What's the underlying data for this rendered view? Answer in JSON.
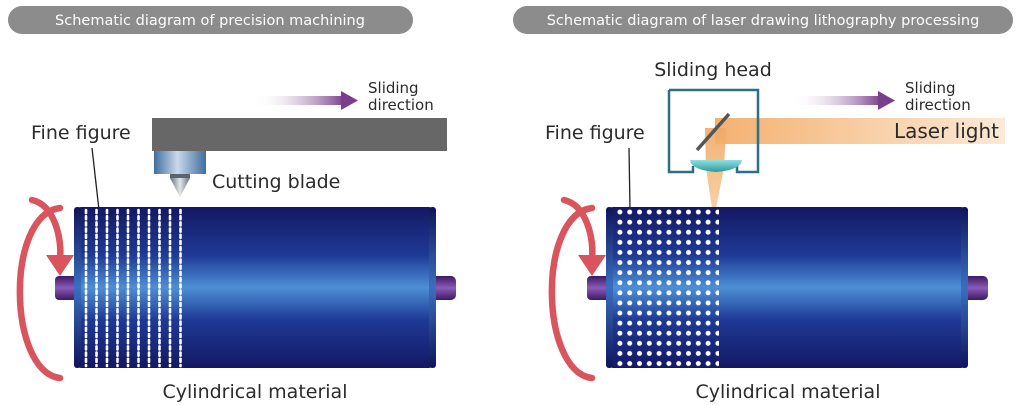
{
  "left_panel": {
    "title": "Schematic diagram of precision machining",
    "sliding_line1": "Sliding",
    "sliding_line2": "direction",
    "fine_figure": "Fine figure",
    "cutting_blade": "Cutting blade",
    "cylindrical_material": "Cylindrical material"
  },
  "right_panel": {
    "title": "Schematic diagram of laser drawing lithography processing",
    "sliding_head": "Sliding head",
    "sliding_line1": "Sliding",
    "sliding_line2": "direction",
    "fine_figure": "Fine figure",
    "laser_light": "Laser light",
    "cylindrical_material": "Cylindrical material"
  },
  "colors": {
    "pill": "#8c8c8c",
    "rotation_arrow": "#d9545c",
    "cylinder_dark": "#1a1f6e",
    "cylinder_light": "#4d8fd6",
    "shaft": "#5a2d82",
    "arrow_gradient_end": "#7a3f8c",
    "tool_bar": "#676767",
    "laser_beam": "#f4b878",
    "head_frame": "#2f6f86",
    "lens": "#47b8b8"
  },
  "icons": {
    "rotation": "rotation-arrow-icon",
    "sliding": "sliding-arrow-icon"
  }
}
